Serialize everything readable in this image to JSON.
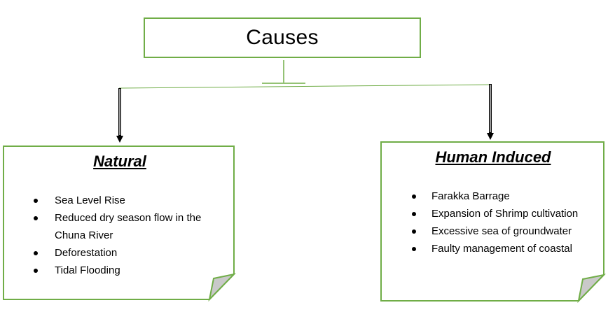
{
  "diagram": {
    "title": "Causes",
    "colors": {
      "border": "#70ad47",
      "fold": "#c9c9c9",
      "arrow": "#000000",
      "connector": "#70ad47"
    },
    "natural": {
      "heading": "Natural",
      "items": [
        "Sea Level Rise",
        "Reduced dry season flow in the Chuna River",
        "Deforestation",
        "Tidal Flooding"
      ]
    },
    "human": {
      "heading": "Human Induced",
      "items": [
        "Farakka Barrage",
        "Expansion of Shrimp cultivation",
        "Excessive sea of groundwater",
        "Faulty management of coastal"
      ]
    }
  }
}
